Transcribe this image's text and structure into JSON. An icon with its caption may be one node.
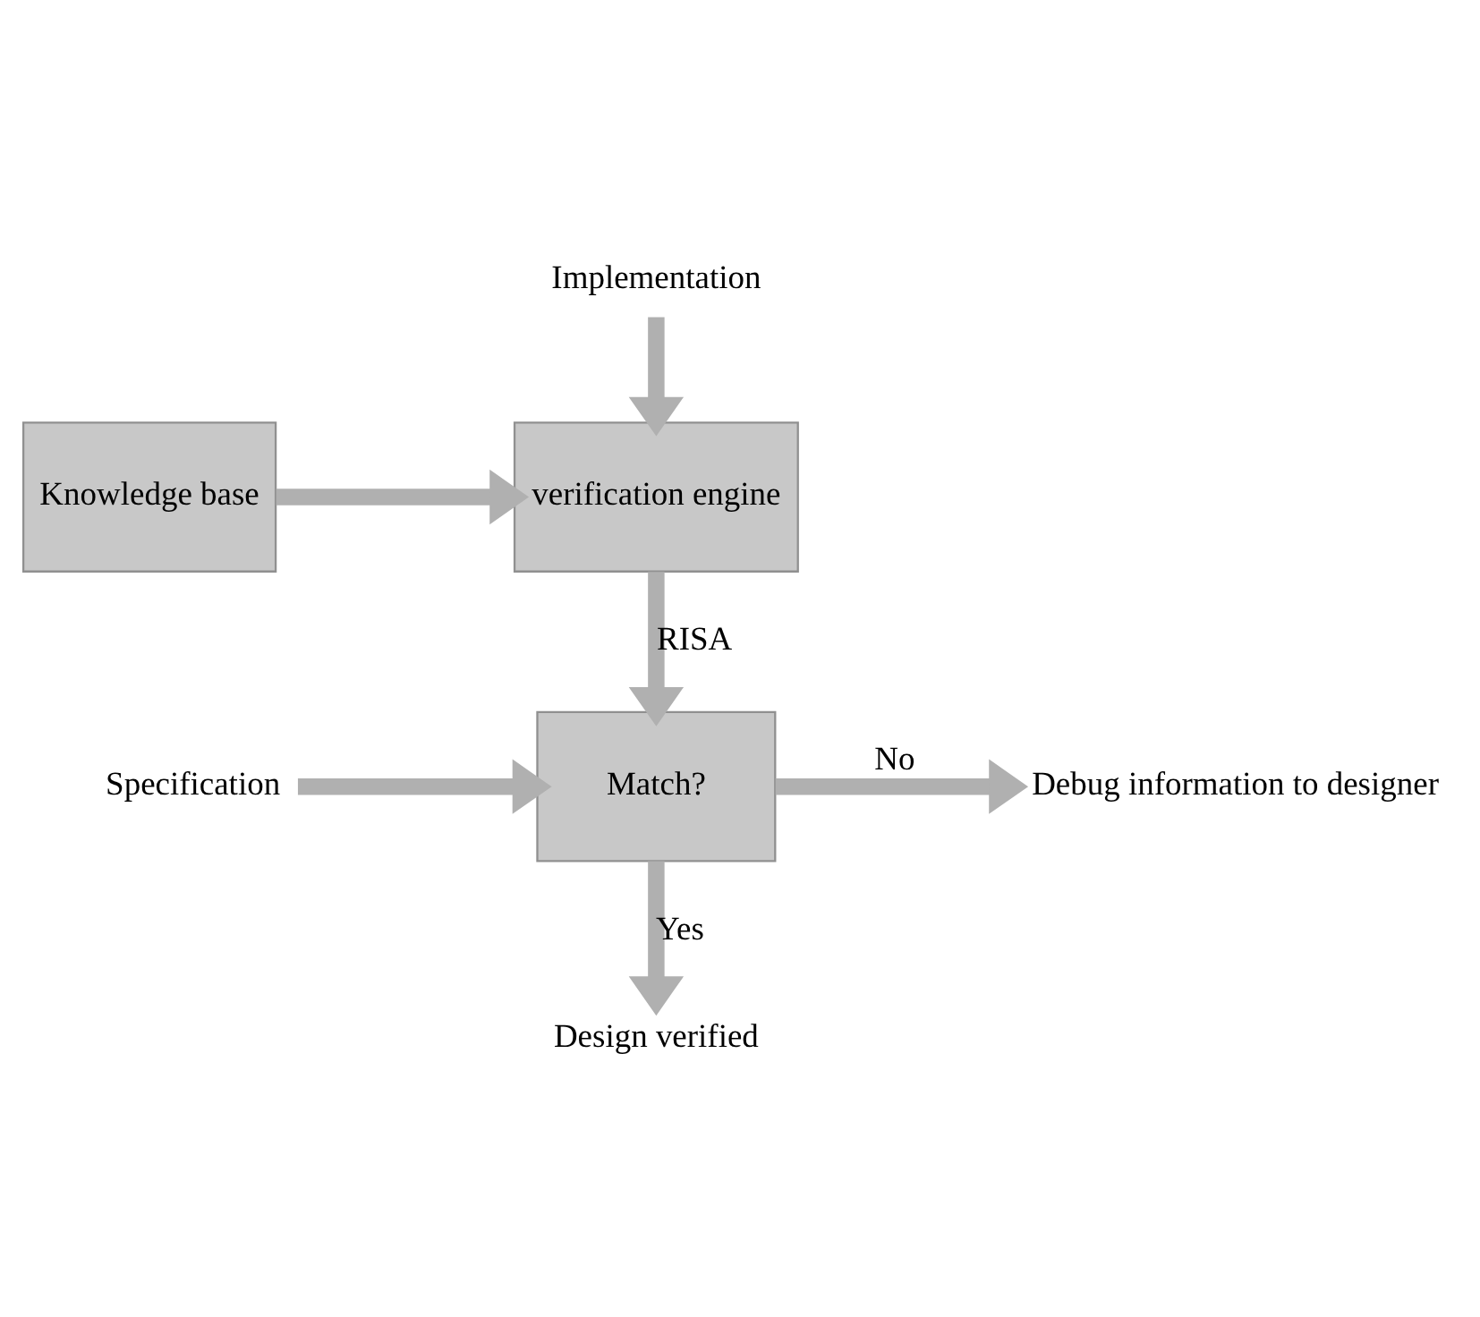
{
  "diagram": {
    "nodes": [
      {
        "text": [
          "Implementation"
        ]
      },
      {
        "text": [
          "verification engine"
        ]
      },
      {
        "text": [
          "Knowledge base"
        ]
      },
      {
        "text": [
          "Match?"
        ]
      },
      {
        "text": [
          "Specification"
        ]
      },
      {
        "text": [
          "Debug information to designer"
        ]
      },
      {
        "text": [
          "Design verified"
        ]
      }
    ],
    "edges": [
      {
        "from": 0,
        "to": 1,
        "arrow": "to"
      },
      {
        "from": 2,
        "to": 1,
        "arrow": "to"
      },
      {
        "from": 1,
        "to": 3,
        "arrow": "to",
        "label": "RISA"
      },
      {
        "from": 4,
        "to": 3,
        "arrow": "to"
      },
      {
        "from": 3,
        "to": 5,
        "arrow": "to",
        "label": "No"
      },
      {
        "from": 3,
        "to": 6,
        "arrow": "to",
        "label": "Yes"
      }
    ]
  }
}
